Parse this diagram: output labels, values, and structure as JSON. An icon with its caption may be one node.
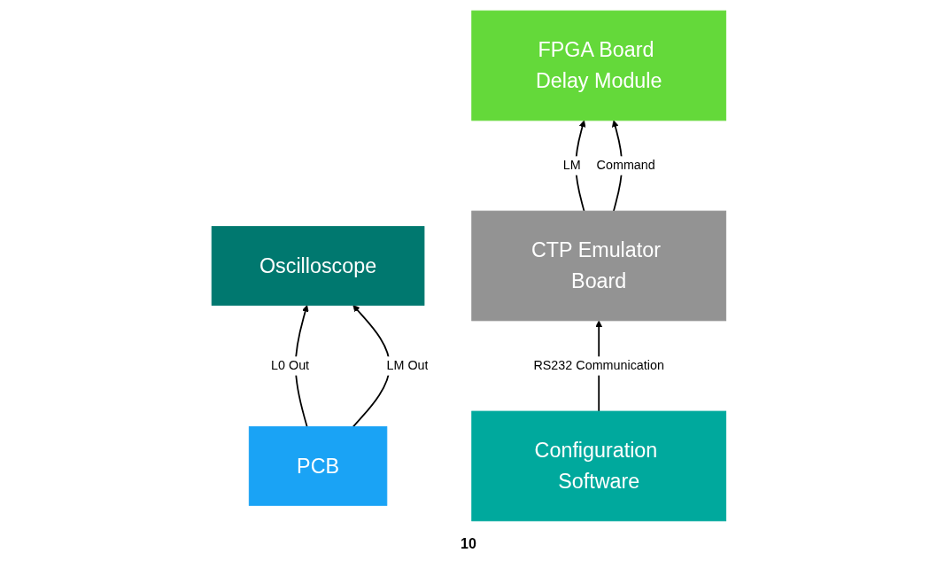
{
  "diagram": {
    "nodes": [
      {
        "text": [
          "Oscilloscope"
        ]
      },
      {
        "text": [
          "Configuration Software"
        ]
      },
      {
        "text": [
          "PCB"
        ]
      },
      {
        "text": [
          "FPGA Board Delay Module"
        ]
      },
      {
        "text": [
          "CTP Emulator Board"
        ]
      }
    ],
    "edges": [
      {
        "from": 2,
        "to": 0,
        "arrow": "to",
        "label": "L0 Out"
      },
      {
        "from": 2,
        "to": 0,
        "arrow": "to",
        "label": "LM Out"
      },
      {
        "from": 4,
        "to": 3,
        "arrow": "to",
        "label": "LM"
      },
      {
        "from": 4,
        "to": 3,
        "arrow": "to",
        "label": "Command"
      },
      {
        "from": 1,
        "to": 4,
        "arrow": "to",
        "label": "RS232 Communication"
      }
    ],
    "labels": [
      "10"
    ]
  }
}
